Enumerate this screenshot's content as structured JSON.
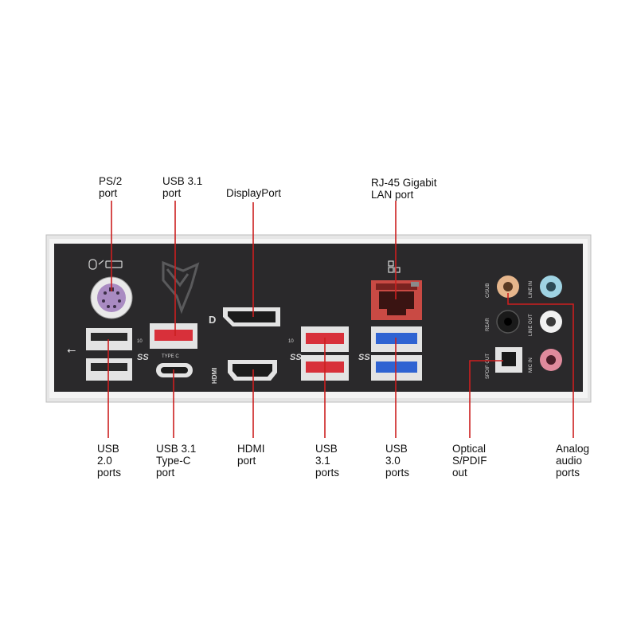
{
  "top_labels": {
    "ps2": "PS/2\nport",
    "usb31_top": "USB 3.1\nport",
    "displayport": "DisplayPort",
    "rj45": "RJ-45 Gigabit\nLAN port"
  },
  "bottom_labels": {
    "usb20": "USB\n2.0\nports",
    "usb31_typec": "USB 3.1\nType-C\nport",
    "hdmi": "HDMI\nport",
    "usb31_bottom": "USB\n3.1\nports",
    "usb30": "USB\n3.0\nports",
    "spdif": "Optical\nS/PDIF\nout",
    "analog": "Analog\naudio\nports"
  },
  "panel_text": {
    "type_c": "TYPE C",
    "hdmi": "HDMI",
    "ss10_a": "10",
    "ss10_b": "10",
    "spdif_out": "SPDIF OUT",
    "c_sub": "C/SUB",
    "line_in": "LINE IN",
    "rear": "REAR",
    "line_out": "LINE OUT",
    "mic_in": "MIC IN"
  },
  "colors": {
    "panel": "#2a292b",
    "frame": "#d9d9d9",
    "callout": "#cc1f1f",
    "usb31_red": "#d8303a",
    "usb30_blue": "#2f63d2",
    "ps2_purple": "#a98bc2",
    "audio_orange": "#e6b68c",
    "audio_blue": "#9fd3e3",
    "audio_black": "#1a1a1a",
    "audio_white": "#f1f1f1",
    "audio_pink": "#e08a9c"
  }
}
